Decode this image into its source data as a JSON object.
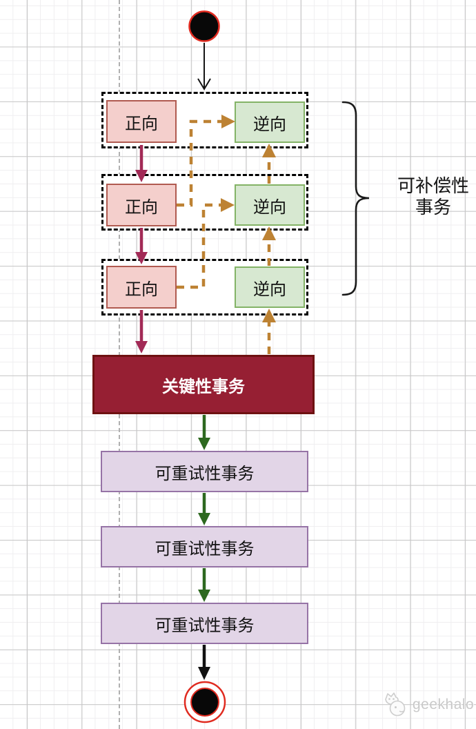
{
  "saga": {
    "compensable_steps": [
      {
        "forward": "正向",
        "reverse": "逆向"
      },
      {
        "forward": "正向",
        "reverse": "逆向"
      },
      {
        "forward": "正向",
        "reverse": "逆向"
      }
    ],
    "compensable_label": {
      "line1": "可补偿性",
      "line2": "事务"
    },
    "critical_step": "关键性事务",
    "retryable_steps": [
      "可重试性事务",
      "可重试性事务",
      "可重试性事务"
    ],
    "watermark": "geekhalo",
    "icons": {
      "start_node": "filled-circle-red-ring",
      "end_node": "filled-circle-double-red-ring",
      "watermark_logo": "cat-doodle"
    },
    "colors": {
      "forward_fill": "#f4cfcc",
      "forward_border": "#b05a50",
      "reverse_fill": "#d7e8d1",
      "reverse_border": "#83b366",
      "critical_fill": "#961f33",
      "critical_border": "#6e1111",
      "retry_fill": "#e2d5e7",
      "retry_border": "#9673a6",
      "forward_flow_arrow": "#a22a56",
      "compensation_arrow": "#bd8233",
      "retry_flow_arrow": "#2d681f",
      "terminal_accent": "#e02b20",
      "group_border": "#000000"
    }
  }
}
